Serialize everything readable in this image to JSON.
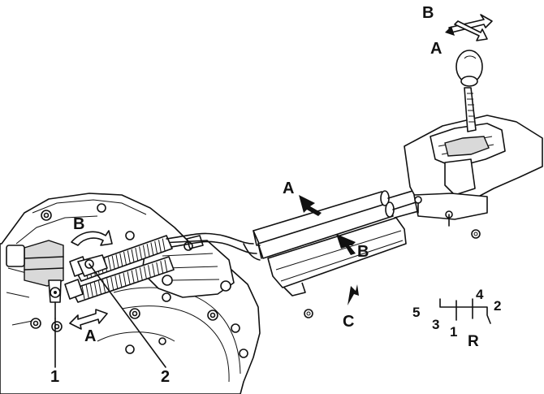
{
  "figure": {
    "callouts": [
      {
        "id": "1",
        "text": "1"
      },
      {
        "id": "2",
        "text": "2"
      }
    ],
    "motion_labels": {
      "gearbox_lever_rotation": "B",
      "gearbox_lever_travel": "A",
      "cable_upper": "A",
      "cable_lower": "B",
      "bracket": "C",
      "knob_select": "B",
      "knob_shift": "A"
    },
    "shift_pattern": {
      "gears": [
        "1",
        "2",
        "3",
        "4",
        "5",
        "R"
      ]
    }
  }
}
